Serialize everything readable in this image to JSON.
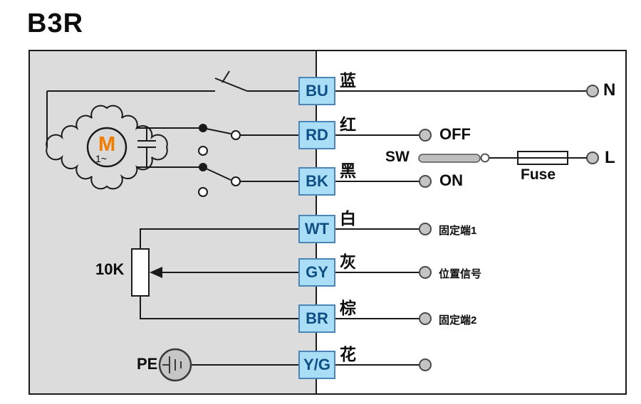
{
  "title": "B3R",
  "colors": {
    "panel_gray": "#dcdcdc",
    "terminal_box_fill": "#aadef7",
    "terminal_box_border": "#4a86b8",
    "terminal_box_text": "#0f4f86",
    "motor_orange": "#f07d00",
    "wire_black": "#1a1a1a",
    "terminal_circle_gray": "#c4c4c4"
  },
  "terminals": [
    {
      "code": "BU",
      "color_cn": "蓝",
      "target": "N"
    },
    {
      "code": "RD",
      "color_cn": "红",
      "target": "OFF"
    },
    {
      "code": "BK",
      "color_cn": "黑",
      "target": "ON"
    },
    {
      "code": "WT",
      "color_cn": "白",
      "target": "固定端1"
    },
    {
      "code": "GY",
      "color_cn": "灰",
      "target": "位置信号"
    },
    {
      "code": "BR",
      "color_cn": "棕",
      "target": "固定端2"
    },
    {
      "code": "Y/G",
      "color_cn": "花",
      "target": ""
    }
  ],
  "components": {
    "motor_label": "M",
    "motor_phase": "1~",
    "potentiometer": "10K",
    "ground": "PE",
    "switch": "SW",
    "fuse": "Fuse",
    "line_terminal": "L"
  }
}
